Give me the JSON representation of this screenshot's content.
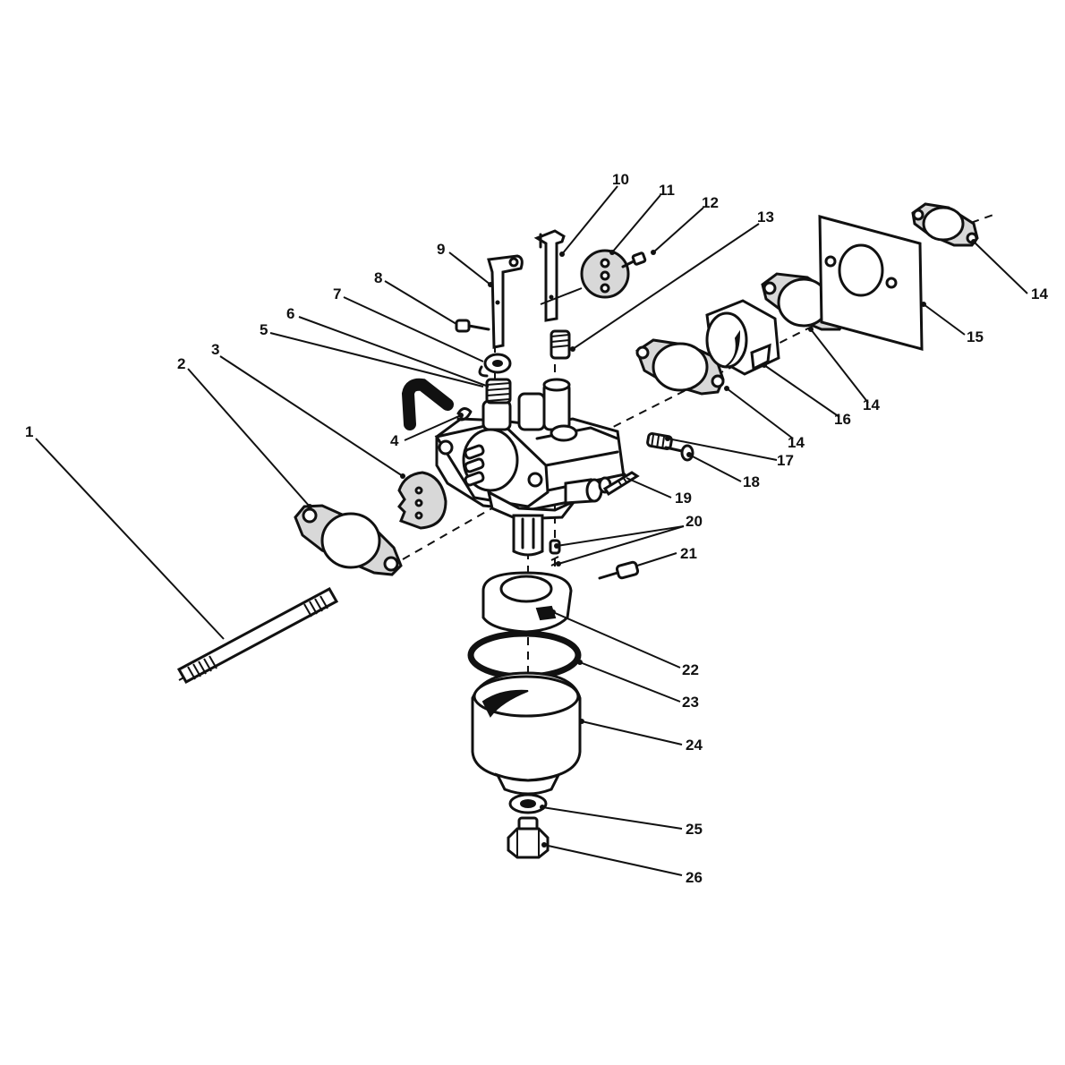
{
  "callouts": [
    {
      "id": "1",
      "label": "1"
    },
    {
      "id": "2",
      "label": "2"
    },
    {
      "id": "3",
      "label": "3"
    },
    {
      "id": "4",
      "label": "4"
    },
    {
      "id": "5",
      "label": "5"
    },
    {
      "id": "6",
      "label": "6"
    },
    {
      "id": "7",
      "label": "7"
    },
    {
      "id": "8",
      "label": "8"
    },
    {
      "id": "9",
      "label": "9"
    },
    {
      "id": "10",
      "label": "10"
    },
    {
      "id": "11",
      "label": "11"
    },
    {
      "id": "12",
      "label": "12"
    },
    {
      "id": "13",
      "label": "13"
    },
    {
      "id": "14a",
      "label": "14"
    },
    {
      "id": "14b",
      "label": "14"
    },
    {
      "id": "14c",
      "label": "14"
    },
    {
      "id": "14d",
      "label": "14"
    },
    {
      "id": "15",
      "label": "15"
    },
    {
      "id": "16",
      "label": "16"
    },
    {
      "id": "17",
      "label": "17"
    },
    {
      "id": "18",
      "label": "18"
    },
    {
      "id": "19",
      "label": "19"
    },
    {
      "id": "20",
      "label": "20"
    },
    {
      "id": "21",
      "label": "21"
    },
    {
      "id": "22",
      "label": "22"
    },
    {
      "id": "23",
      "label": "23"
    },
    {
      "id": "24",
      "label": "24"
    },
    {
      "id": "25",
      "label": "25"
    },
    {
      "id": "26",
      "label": "26"
    }
  ]
}
